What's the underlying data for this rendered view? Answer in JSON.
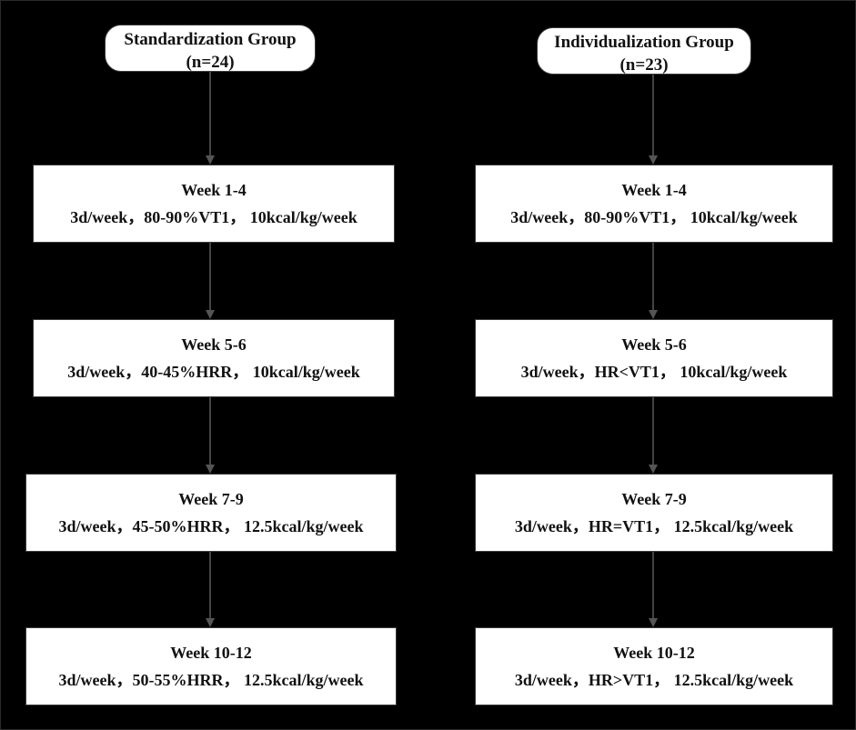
{
  "left": {
    "group_title": "Standardization Group",
    "group_count": "(n=24)",
    "steps": [
      {
        "week": "Week 1-4",
        "detail": "3d/week，80-90%VT1， 10kcal/kg/week"
      },
      {
        "week": "Week 5-6",
        "detail": "3d/week，40-45%HRR， 10kcal/kg/week"
      },
      {
        "week": "Week 7-9",
        "detail": "3d/week，45-50%HRR， 12.5kcal/kg/week"
      },
      {
        "week": "Week 10-12",
        "detail": "3d/week，50-55%HRR， 12.5kcal/kg/week"
      }
    ]
  },
  "right": {
    "group_title": "Individualization Group",
    "group_count": "(n=23)",
    "steps": [
      {
        "week": "Week 1-4",
        "detail": "3d/week，80-90%VT1， 10kcal/kg/week"
      },
      {
        "week": "Week 5-6",
        "detail": "3d/week，HR<VT1， 10kcal/kg/week"
      },
      {
        "week": "Week 7-9",
        "detail": "3d/week，HR=VT1， 12.5kcal/kg/week"
      },
      {
        "week": "Week 10-12",
        "detail": "3d/week，HR>VT1， 12.5kcal/kg/week"
      }
    ]
  },
  "colors": {
    "background": "#000000",
    "node_fill": "#ffffff",
    "node_border": "#3a3a3a",
    "connector": "#555555",
    "text": "#111111"
  }
}
